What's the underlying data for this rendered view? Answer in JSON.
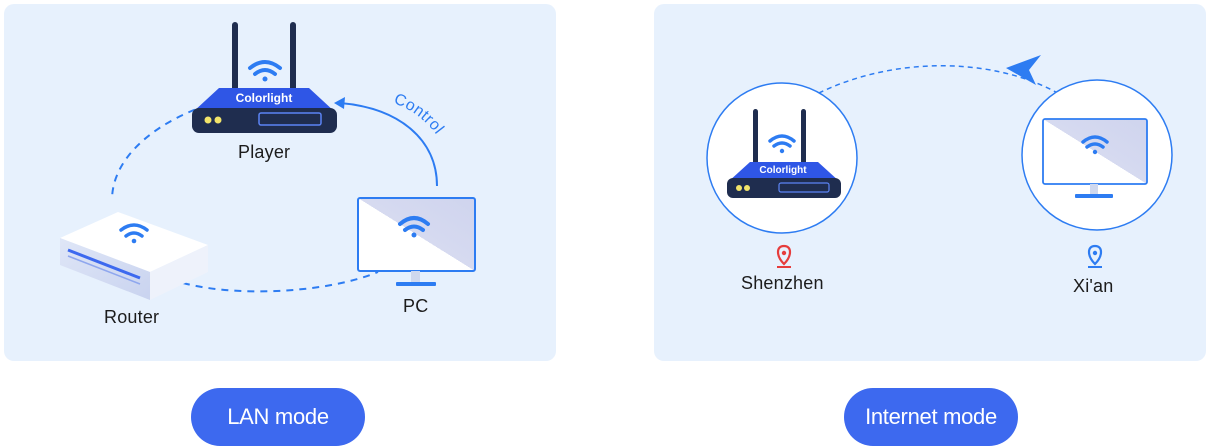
{
  "lan": {
    "player_label": "Player",
    "router_label": "Router",
    "pc_label": "PC",
    "control_label": "Control",
    "brand_text": "Colorlight",
    "mode_button": "LAN mode"
  },
  "internet": {
    "brand_text": "Colorlight",
    "city_left": "Shenzhen",
    "city_right": "Xi'an",
    "mode_button": "Internet mode"
  },
  "colors": {
    "panel_bg": "#e7f1fd",
    "accent_blue": "#2d7cf2",
    "navy": "#1f2d4f",
    "player_band": "#2f56e6",
    "button_blue": "#3d69ef",
    "pin_red": "#e63c3c",
    "pin_blue": "#2d7cf2"
  }
}
